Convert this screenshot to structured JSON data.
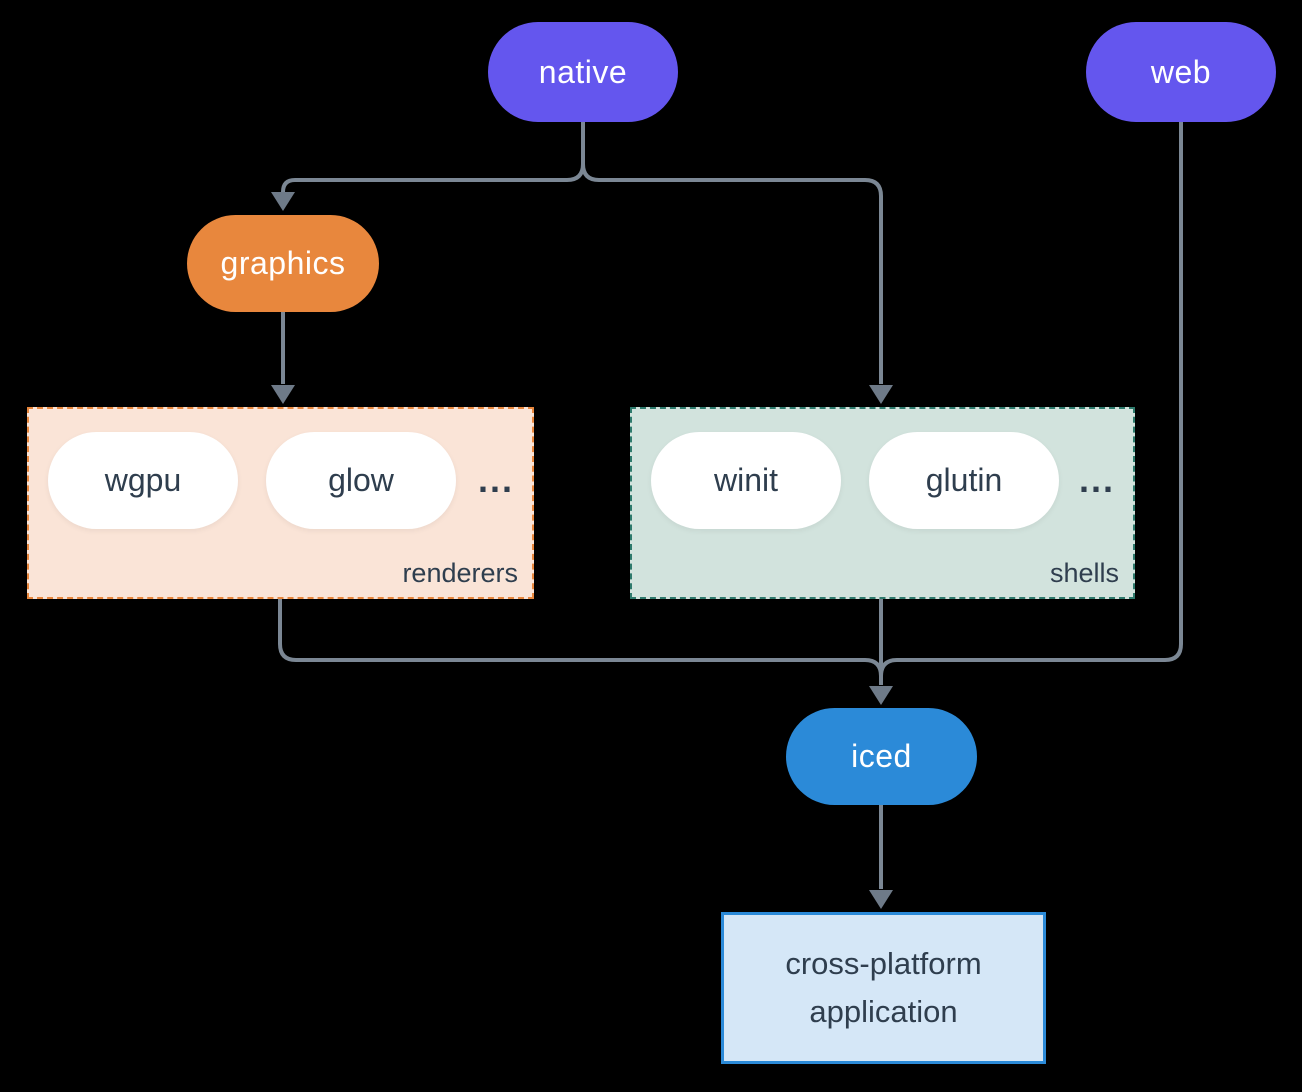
{
  "diagram": {
    "background_color": "#000000",
    "connector_color": "#7b8794",
    "arrowhead_color": "#6e7a88",
    "nodes": {
      "native": {
        "label": "native",
        "color": "#6456ee",
        "text_color": "#ffffff"
      },
      "web": {
        "label": "web",
        "color": "#6456ee",
        "text_color": "#ffffff"
      },
      "graphics": {
        "label": "graphics",
        "color": "#e8873d",
        "text_color": "#ffffff"
      },
      "iced": {
        "label": "iced",
        "color": "#2b8ad8",
        "text_color": "#ffffff"
      },
      "application": {
        "label": "cross-platform application",
        "fill": "#d5e7f7",
        "border": "#2b8ad8",
        "text_color": "#2f3e4e"
      }
    },
    "groups": {
      "renderers": {
        "label": "renderers",
        "fill": "#fae4d7",
        "border": "#e8873d",
        "items": [
          "wgpu",
          "glow"
        ],
        "ellipsis": "...",
        "item_text_color": "#2f3e4e"
      },
      "shells": {
        "label": "shells",
        "fill": "#d2e3dd",
        "border": "#2e7a6c",
        "items": [
          "winit",
          "glutin"
        ],
        "ellipsis": "...",
        "item_text_color": "#2f3e4e"
      }
    },
    "edges": [
      "native -> graphics",
      "native -> shells",
      "graphics -> renderers",
      "renderers -> iced",
      "shells -> iced",
      "web -> iced",
      "iced -> application"
    ]
  }
}
